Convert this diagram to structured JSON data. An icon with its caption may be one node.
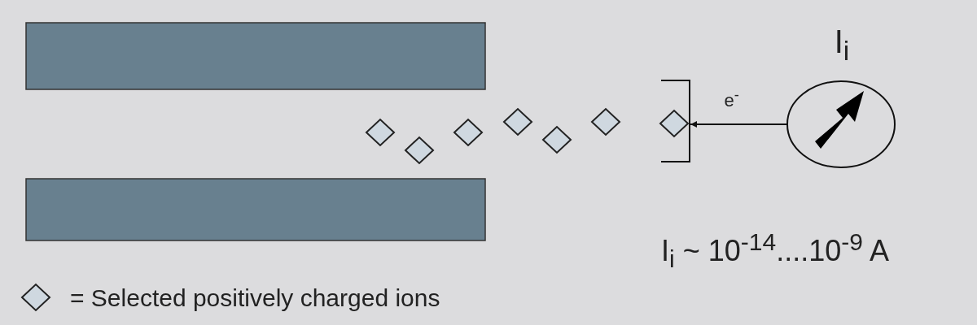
{
  "diagram": {
    "nodes": [
      {
        "text": [
          "I$_{i}$"
        ]
      },
      {
        "text": [],
        "shape": "bracket"
      }
    ],
    "edges": [
      {
        "from": 0,
        "to": 1,
        "arrow": "to",
        "label": "e$^{-}$"
      }
    ],
    "labels": [
      "I$_{i}$ ~ 10$^{-14}$....10$^{-9}$ A"
    ],
    "legend": [
      {
        "text": "= Selected positively charged ions"
      }
    ]
  }
}
